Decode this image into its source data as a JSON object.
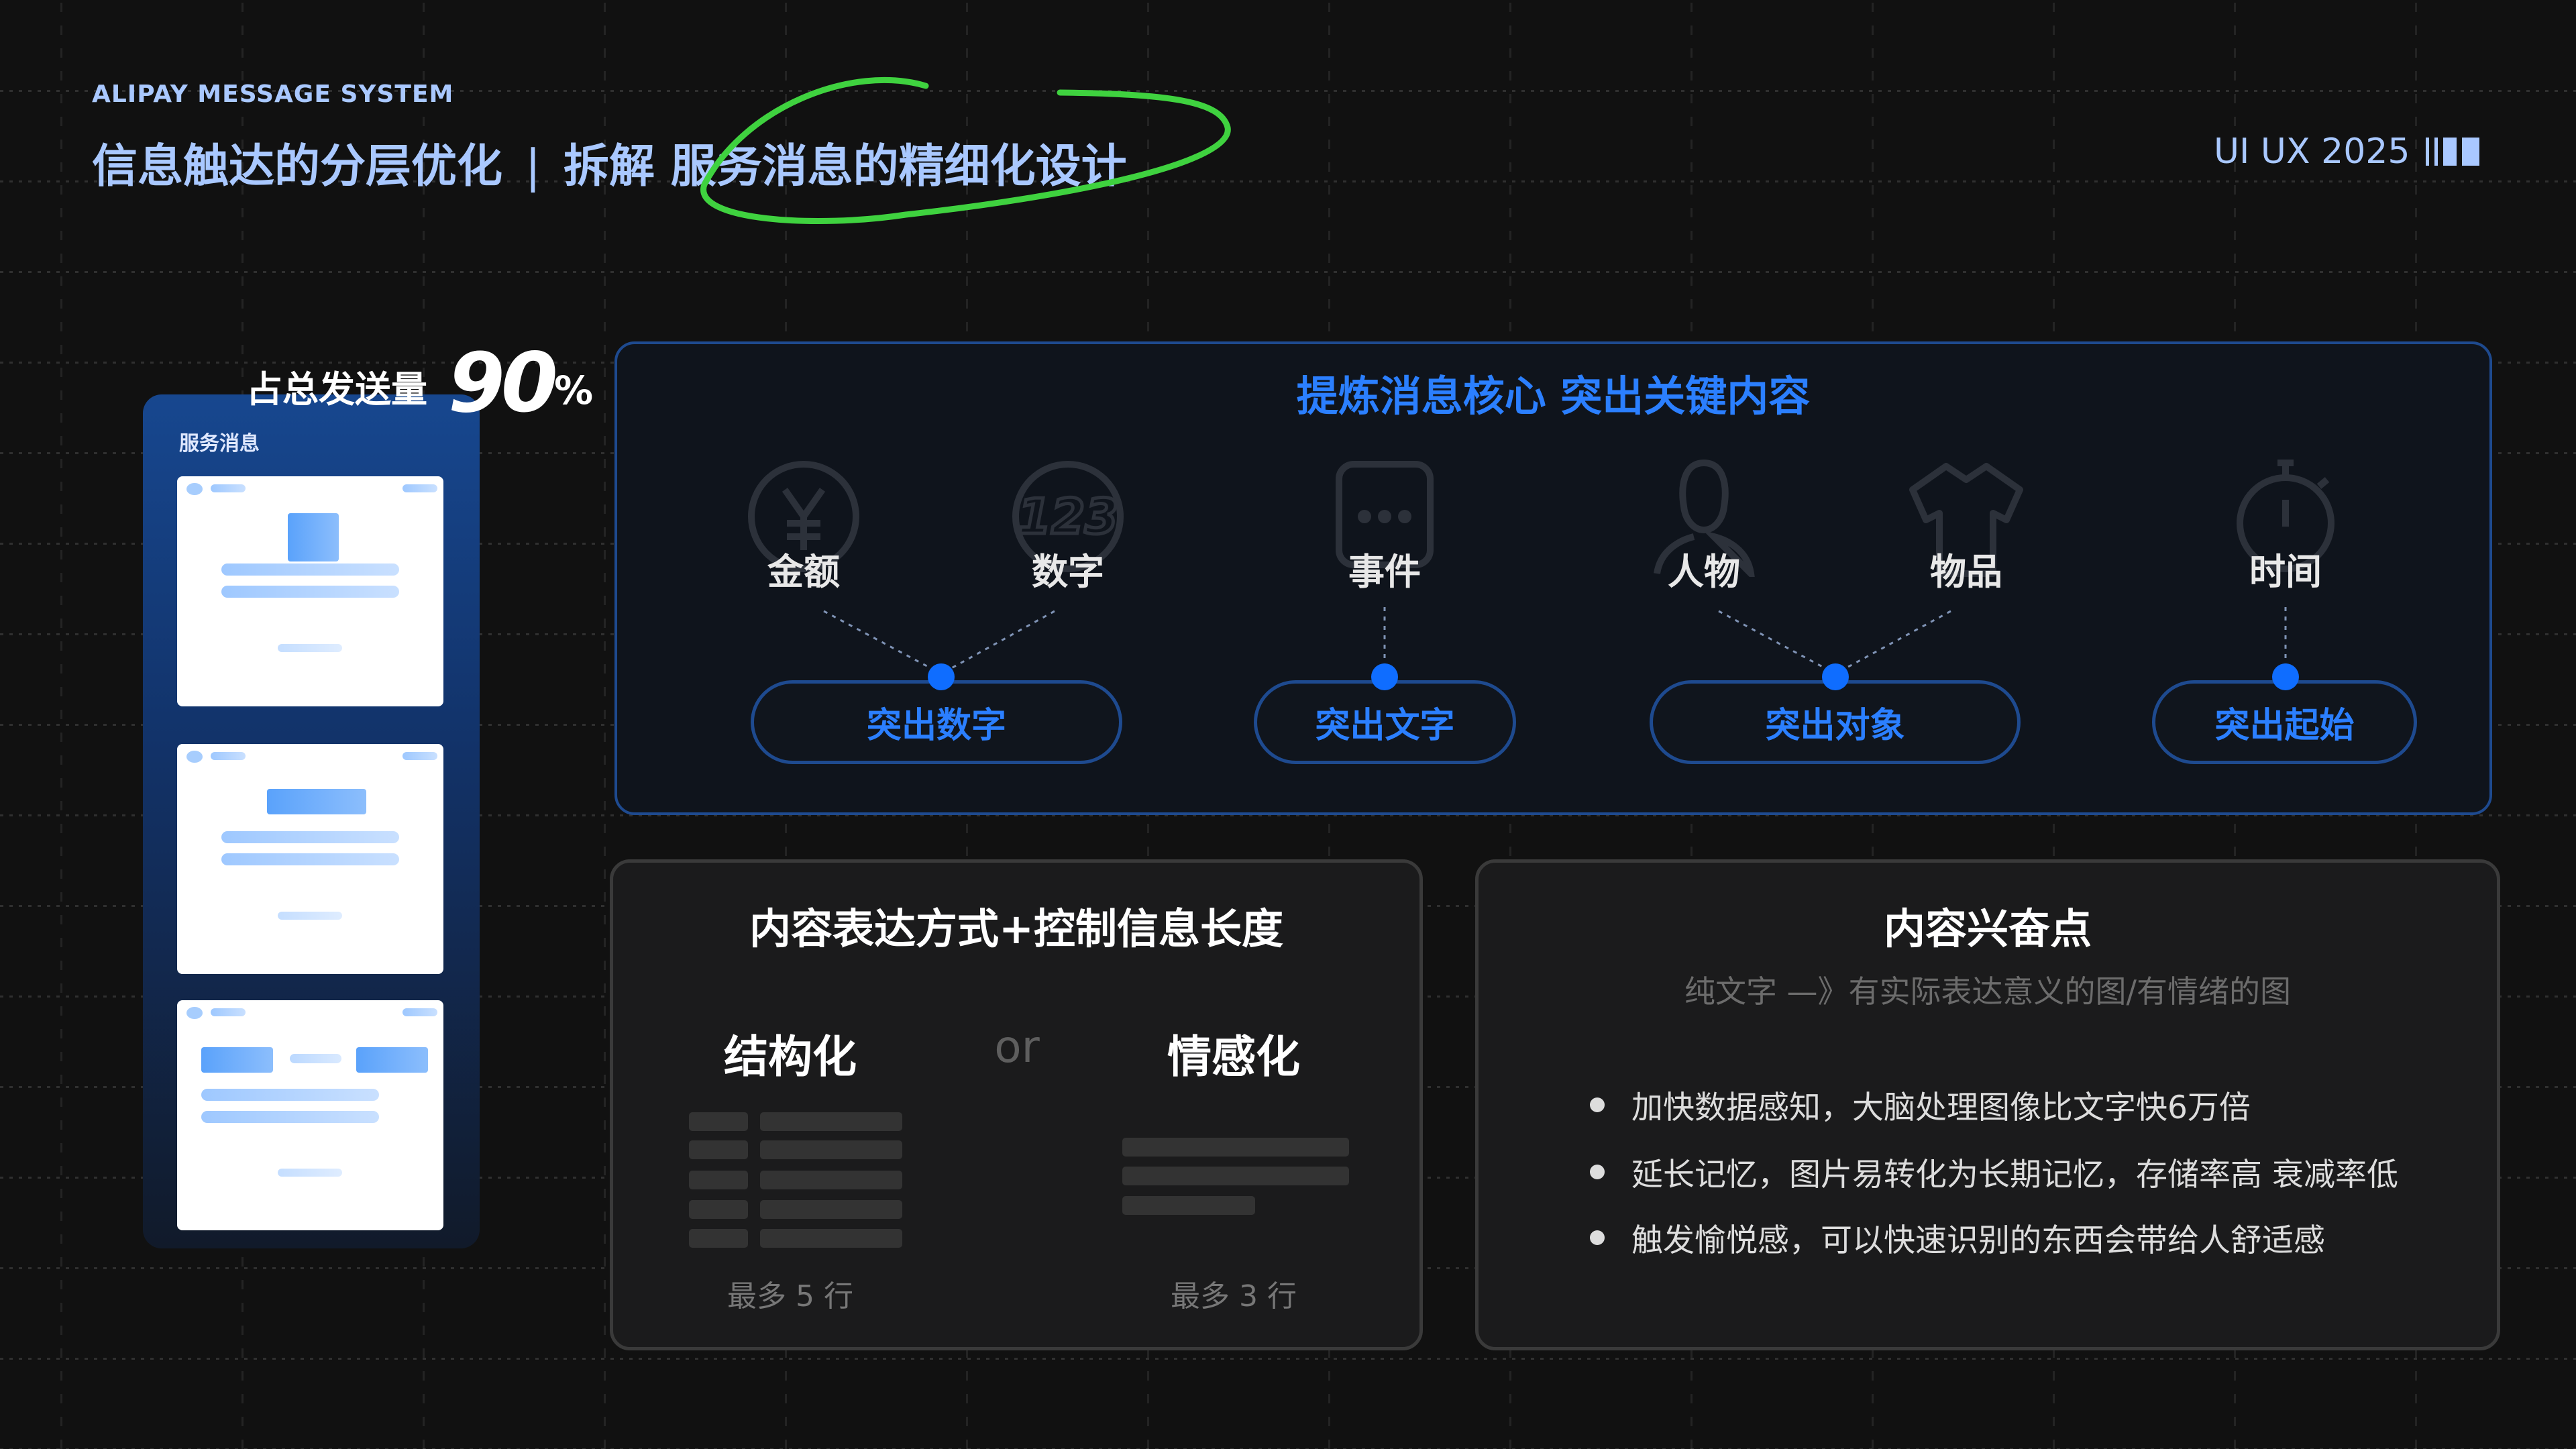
{
  "header": {
    "eyebrow": "ALIPAY MESSAGE SYSTEM",
    "title_part1": "信息触达的分层优化",
    "separator": "|",
    "title_part2": "拆解",
    "title_highlight": "服务消息的精细化设计",
    "brand": "UI UX 2025",
    "highlight_color": "#3fd23f"
  },
  "left": {
    "panel_label": "服务消息",
    "stat_label": "占总发送量",
    "stat_value": "90",
    "stat_unit": "%"
  },
  "top_panel": {
    "title": "提炼消息核心 突出关键内容",
    "accent": "#2b7fff",
    "items": [
      {
        "label": "金额",
        "icon": "yuan-icon"
      },
      {
        "label": "数字",
        "icon": "number-123-icon"
      },
      {
        "label": "事件",
        "icon": "chat-bubble-icon"
      },
      {
        "label": "人物",
        "icon": "person-icon"
      },
      {
        "label": "物品",
        "icon": "tshirt-icon"
      },
      {
        "label": "时间",
        "icon": "stopwatch-icon"
      }
    ],
    "targets": [
      "突出数字",
      "突出文字",
      "突出对象",
      "突出起始"
    ]
  },
  "expression_panel": {
    "title": "内容表达方式+控制信息长度",
    "option_a": "结构化",
    "or": "or",
    "option_b": "情感化",
    "note_a": "最多 5 行",
    "note_b": "最多 3 行"
  },
  "excitement_panel": {
    "title": "内容兴奋点",
    "subtitle": "纯文字 —》有实际表达意义的图/有情绪的图",
    "bullets": [
      "加快数据感知，大脑处理图像比文字快6万倍",
      "延长记忆，图片易转化为长期记忆，存储率高 衰减率低",
      "触发愉悦感，可以快速识别的东西会带给人舒适感"
    ]
  }
}
